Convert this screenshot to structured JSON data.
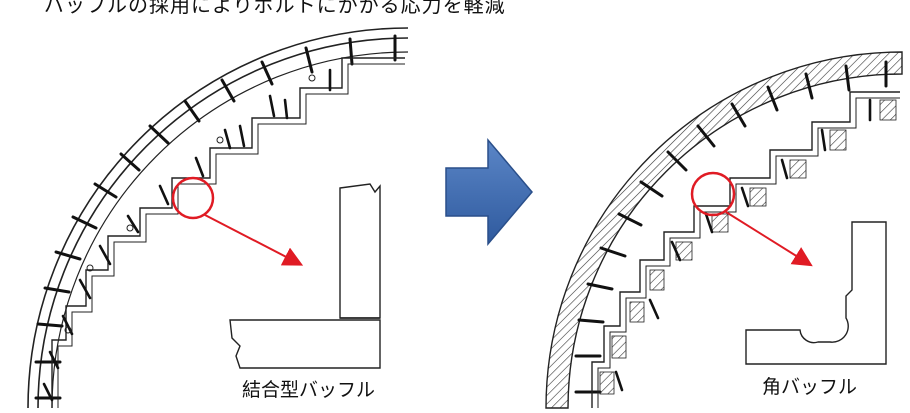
{
  "header": {
    "caption": "バッフルの採用によりボルトにかかる応力を軽減"
  },
  "left_panel": {
    "label": "結合型バッフル"
  },
  "right_panel": {
    "label": "角バッフル"
  },
  "colors": {
    "highlight_red": "#e01b24",
    "arrow_blue": "#3e6db5",
    "line": "#222222"
  }
}
